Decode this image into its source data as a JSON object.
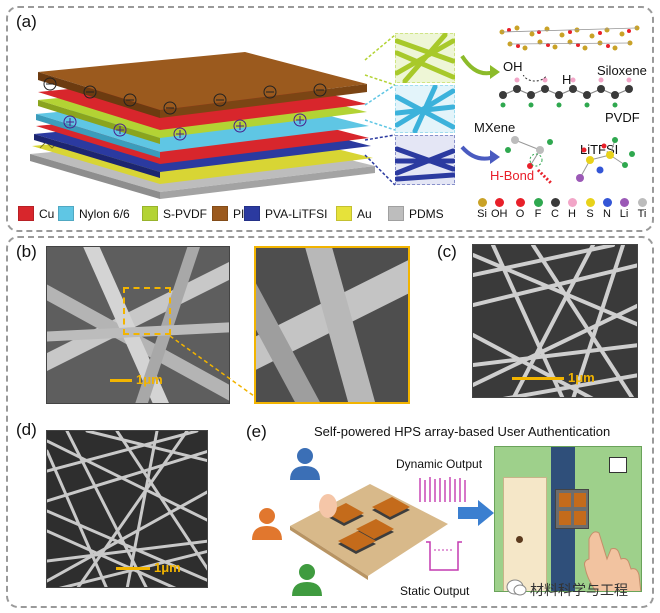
{
  "panels": {
    "a": "(a)",
    "b": "(b)",
    "c": "(c)",
    "d": "(d)",
    "e": "(e)"
  },
  "panel_a": {
    "molecules": {
      "siloxene": "Siloxene",
      "oh": "OH",
      "h": "H",
      "pvdf": "PVDF",
      "mxene": "MXene",
      "litfsi": "LiTFSI",
      "hbond": "H-Bond"
    },
    "legend": [
      {
        "label": "Cu",
        "color": "#d8262c"
      },
      {
        "label": "Nylon 6/6",
        "color": "#5fc6e4"
      },
      {
        "label": "S-PVDF",
        "color": "#b3d334"
      },
      {
        "label": "PI",
        "color": "#9b5a1e"
      },
      {
        "label": "PVA-LiTFSI",
        "color": "#2b3aa0"
      },
      {
        "label": "Au",
        "color": "#e6e23a"
      },
      {
        "label": "PDMS",
        "color": "#bdbdbd"
      }
    ],
    "atoms": [
      {
        "label": "Si",
        "color": "#c9a227"
      },
      {
        "label": "OH",
        "color": "#e8202a"
      },
      {
        "label": "O",
        "color": "#e8202a"
      },
      {
        "label": "F",
        "color": "#2fa84f"
      },
      {
        "label": "C",
        "color": "#3a3a3a"
      },
      {
        "label": "H",
        "color": "#f2a6c8"
      },
      {
        "label": "S",
        "color": "#e8d21a"
      },
      {
        "label": "N",
        "color": "#3456d6"
      },
      {
        "label": "Li",
        "color": "#9b59b6"
      },
      {
        "label": "Ti",
        "color": "#bcbcbc"
      }
    ]
  },
  "scalebars": {
    "b": "1μm",
    "c": "1μm",
    "d": "1μm"
  },
  "panel_e": {
    "title": "Self-powered HPS array-based User Authentication",
    "dynamic": "Dynamic Output",
    "static": "Static Output"
  },
  "watermark": "材料科学与工程"
}
